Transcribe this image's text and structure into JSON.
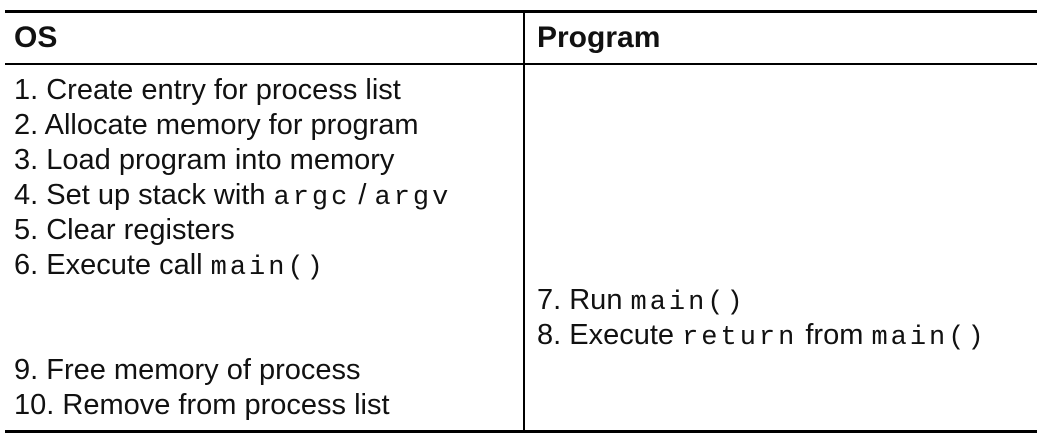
{
  "page": {
    "background": "#ffffff",
    "text_color": "#111111",
    "border_color": "#000000"
  },
  "table": {
    "header": {
      "os_label": "OS",
      "program_label": "Program"
    },
    "columns": [
      "OS",
      "Program"
    ],
    "rows": [
      {
        "column": "OS",
        "segments": [
          {
            "text": "1. Create entry for process list",
            "code": false
          }
        ]
      },
      {
        "column": "OS",
        "segments": [
          {
            "text": "2. Allocate memory for program",
            "code": false
          }
        ]
      },
      {
        "column": "OS",
        "segments": [
          {
            "text": "3. Load program into memory",
            "code": false
          }
        ]
      },
      {
        "column": "OS",
        "segments": [
          {
            "text": "4. Set up stack with ",
            "code": false
          },
          {
            "text": "argc",
            "code": true
          },
          {
            "text": " / ",
            "code": false
          },
          {
            "text": "argv",
            "code": true
          }
        ]
      },
      {
        "column": "OS",
        "segments": [
          {
            "text": "5. Clear registers",
            "code": false
          }
        ]
      },
      {
        "column": "OS",
        "segments": [
          {
            "text": "6. Execute call ",
            "code": false
          },
          {
            "text": "main()",
            "code": true
          }
        ]
      },
      {
        "column": "Program",
        "segments": [
          {
            "text": "7. Run ",
            "code": false
          },
          {
            "text": "main()",
            "code": true
          }
        ]
      },
      {
        "column": "Program",
        "segments": [
          {
            "text": "8. Execute ",
            "code": false
          },
          {
            "text": "return",
            "code": true
          },
          {
            "text": " from ",
            "code": false
          },
          {
            "text": "main()",
            "code": true
          }
        ]
      },
      {
        "column": "OS",
        "segments": [
          {
            "text": "9. Free memory of process",
            "code": false
          }
        ]
      },
      {
        "column": "OS",
        "segments": [
          {
            "text": "10. Remove from process list",
            "code": false
          }
        ]
      }
    ]
  }
}
